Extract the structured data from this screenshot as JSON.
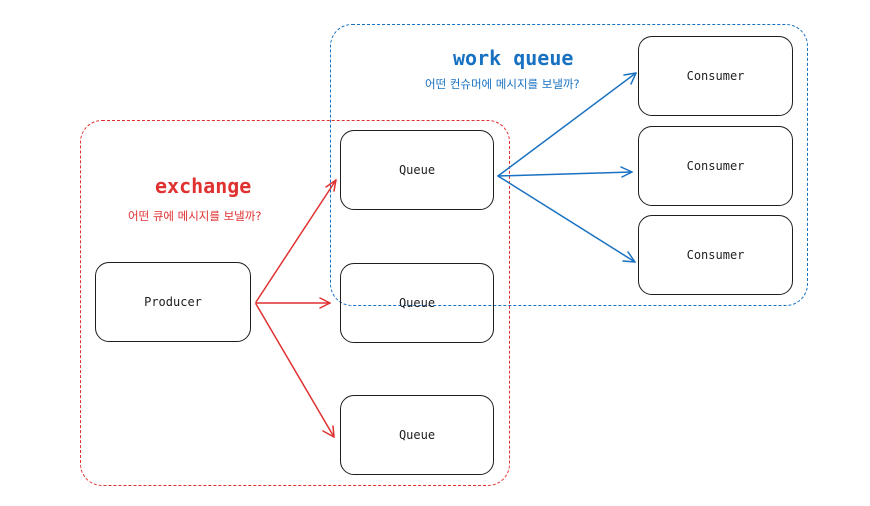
{
  "colors": {
    "exchange": "#e03131",
    "work_queue": "#1971c2",
    "stroke": "#1e1e1e"
  },
  "exchange": {
    "title": "exchange",
    "subtitle": "어떤 큐에 메시지를 보낼까?"
  },
  "work_queue": {
    "title": "work queue",
    "subtitle": "어떤 컨슈머에 메시지를 보낼까?"
  },
  "nodes": {
    "producer": "Producer",
    "queue_1": "Queue",
    "queue_2": "Queue",
    "queue_3": "Queue",
    "consumer_1": "Consumer",
    "consumer_2": "Consumer",
    "consumer_3": "Consumer"
  }
}
